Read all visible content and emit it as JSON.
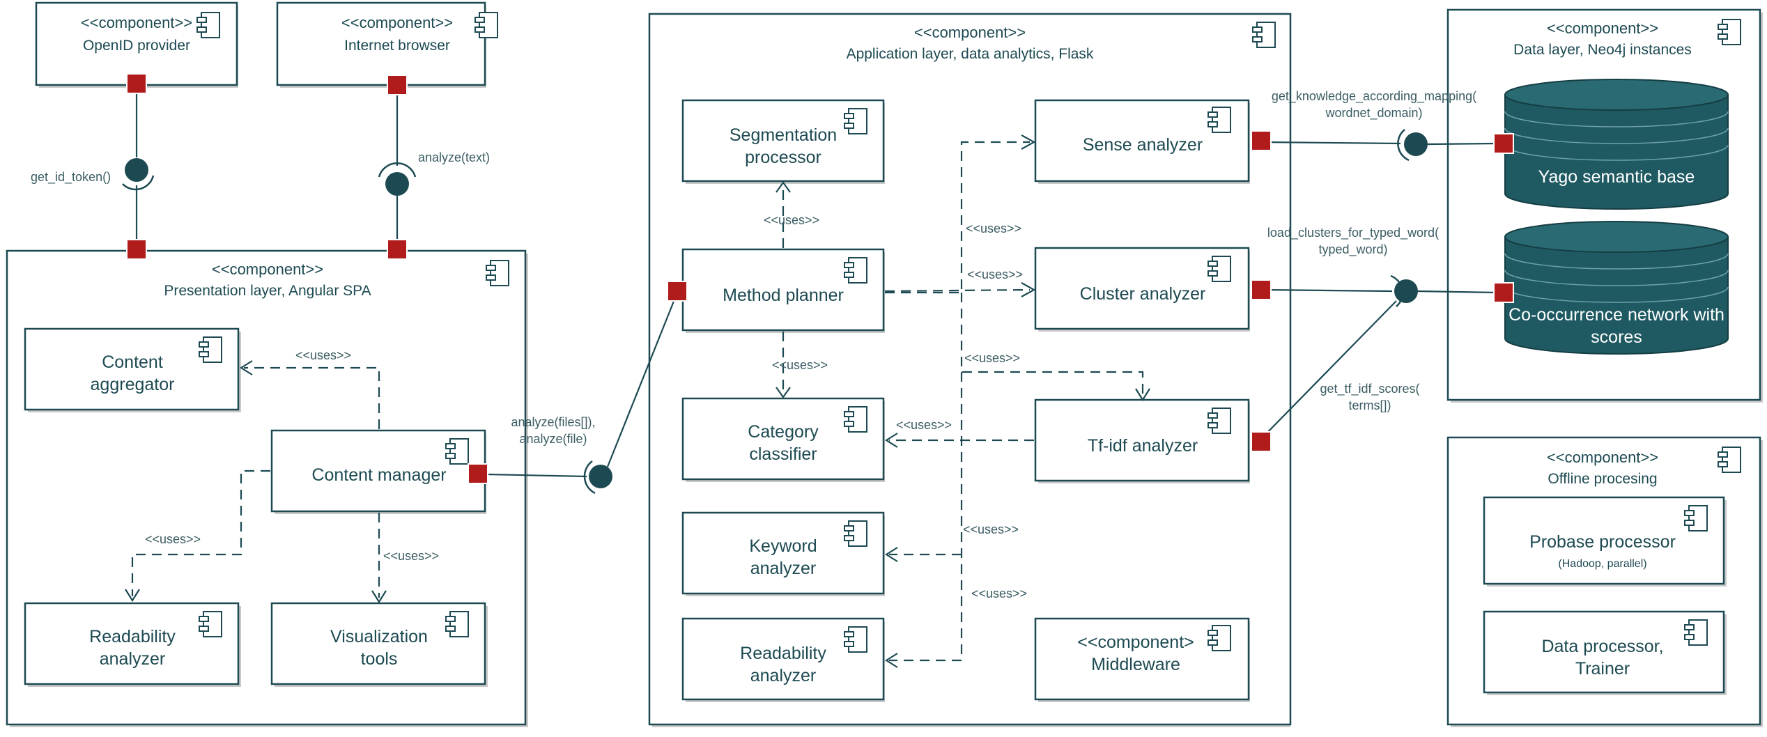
{
  "stereotype": "<<component>>",
  "stereotype_alt": "<<component>",
  "outer": {
    "openid": "OpenID provider",
    "browser": "Internet browser",
    "presentation": "Presentation layer, Angular SPA",
    "application": "Application layer, data analytics, Flask",
    "data": "Data layer, Neo4j instances",
    "offline": "Offline procesing"
  },
  "presentation": {
    "content_aggregator": [
      "Content",
      "aggregator"
    ],
    "content_manager": "Content manager",
    "readability": [
      "Readability",
      "analyzer"
    ],
    "visualization": [
      "Visualization",
      "tools"
    ]
  },
  "application": {
    "segmentation": [
      "Segmentation",
      "processor"
    ],
    "method_planner": "Method planner",
    "category": [
      "Category",
      "classifier"
    ],
    "keyword": [
      "Keyword",
      "analyzer"
    ],
    "readability": [
      "Readability",
      "analyzer"
    ],
    "sense": "Sense analyzer",
    "cluster": "Cluster analyzer",
    "tfidf": "Tf-idf analyzer",
    "middleware": "Middleware"
  },
  "data_layer": {
    "yago": "Yago semantic base",
    "cooc": [
      "Co-occurrence network with",
      "scores"
    ]
  },
  "offline": {
    "probase": "Probase processor",
    "probase_sub": "(Hadoop, parallel)",
    "data_processor": [
      "Data processor,",
      "Trainer"
    ]
  },
  "labels": {
    "uses": "<<uses>>",
    "get_id_token": "get_id_token()",
    "analyze_text": "analyze(text)",
    "analyze_files": [
      "analyze(files[]),",
      "analyze(file)"
    ],
    "knowledge": [
      "get_knowledge_according_mapping(",
      "wordnet_domain)"
    ],
    "clusters": [
      "load_clusters_for_typed_word(",
      "typed_word)"
    ],
    "tfidf": [
      "get_tf_idf_scores(",
      "terms[])"
    ]
  },
  "colors": {
    "stroke": "#1d4a52",
    "port": "#b01c1c",
    "database": "#1f5a62"
  }
}
